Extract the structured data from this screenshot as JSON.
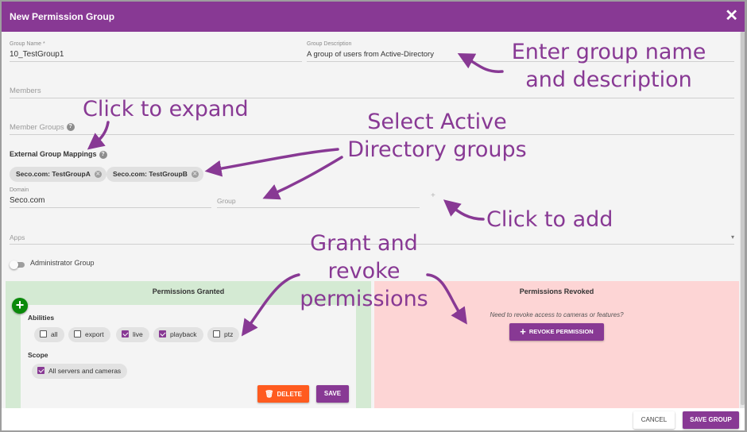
{
  "dialog": {
    "title": "New Permission Group",
    "close_icon": "close-icon"
  },
  "form": {
    "group_name": {
      "label": "Group Name *",
      "value": "10_TestGroup1"
    },
    "group_description": {
      "label": "Group Description",
      "value": "A group of users from Active-Directory"
    },
    "members": {
      "placeholder": "Members"
    },
    "member_groups": {
      "placeholder": "Member Groups",
      "icon": "help-icon"
    },
    "external_group_mappings": {
      "title": "External Group Mappings",
      "icon": "help-icon",
      "chips": [
        {
          "label": "Seco.com: TestGroupA"
        },
        {
          "label": "Seco.com: TestGroupB"
        }
      ],
      "domain": {
        "label": "Domain",
        "value": "Seco.com"
      },
      "group": {
        "placeholder": "Group"
      },
      "add_icon": "+"
    },
    "apps": {
      "placeholder": "Apps",
      "dropdown_icon": "▾"
    },
    "administrator_group": {
      "label": "Administrator Group",
      "enabled": false
    }
  },
  "permissions_granted": {
    "title": "Permissions Granted",
    "add_icon": "+",
    "abilities_label": "Abilities",
    "abilities": [
      {
        "label": "all",
        "checked": false
      },
      {
        "label": "export",
        "checked": false
      },
      {
        "label": "live",
        "checked": true
      },
      {
        "label": "playback",
        "checked": true
      },
      {
        "label": "ptz",
        "checked": false
      }
    ],
    "scope_label": "Scope",
    "scope": [
      {
        "label": "All servers and cameras",
        "checked": true
      }
    ],
    "delete_label": "DELETE",
    "save_label": "SAVE"
  },
  "permissions_revoked": {
    "title": "Permissions Revoked",
    "hint": "Need to revoke access to cameras or features?",
    "revoke_label": "REVOKE PERMISSION"
  },
  "footer": {
    "cancel_label": "CANCEL",
    "save_group_label": "SAVE GROUP"
  },
  "annotations": {
    "enter_name_line1": "Enter group name",
    "enter_name_line2": "and description",
    "click_expand": "Click to expand",
    "select_ad_line1": "Select Active",
    "select_ad_line2": "Directory groups",
    "click_add": "Click to add",
    "grant_line1": "Grant and",
    "grant_line2": "revoke",
    "grant_line3": "permissions"
  },
  "colors": {
    "brand": "#883994",
    "granted_bg": "#d4ead3",
    "revoked_bg": "#fdd5d5",
    "delete": "#ff5b1f",
    "add_fab": "#0a8a0a"
  }
}
